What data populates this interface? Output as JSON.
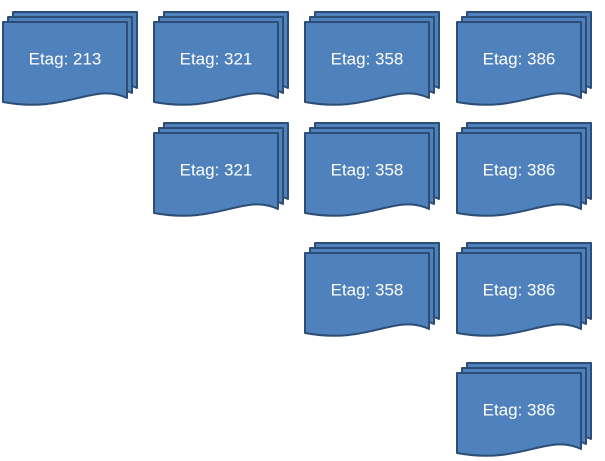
{
  "style": {
    "fill": "#4f81bd",
    "stroke": "#2c4d75",
    "text_color": "#ffffff",
    "background": "#ffffff"
  },
  "stacks": [
    {
      "label": "Etag: 213"
    },
    {
      "label": "Etag: 321"
    },
    {
      "label": "Etag: 358"
    },
    {
      "label": "Etag: 386"
    },
    {
      "label": "Etag: 321"
    },
    {
      "label": "Etag: 358"
    },
    {
      "label": "Etag: 386"
    },
    {
      "label": "Etag: 358"
    },
    {
      "label": "Etag: 386"
    },
    {
      "label": "Etag: 386"
    }
  ]
}
